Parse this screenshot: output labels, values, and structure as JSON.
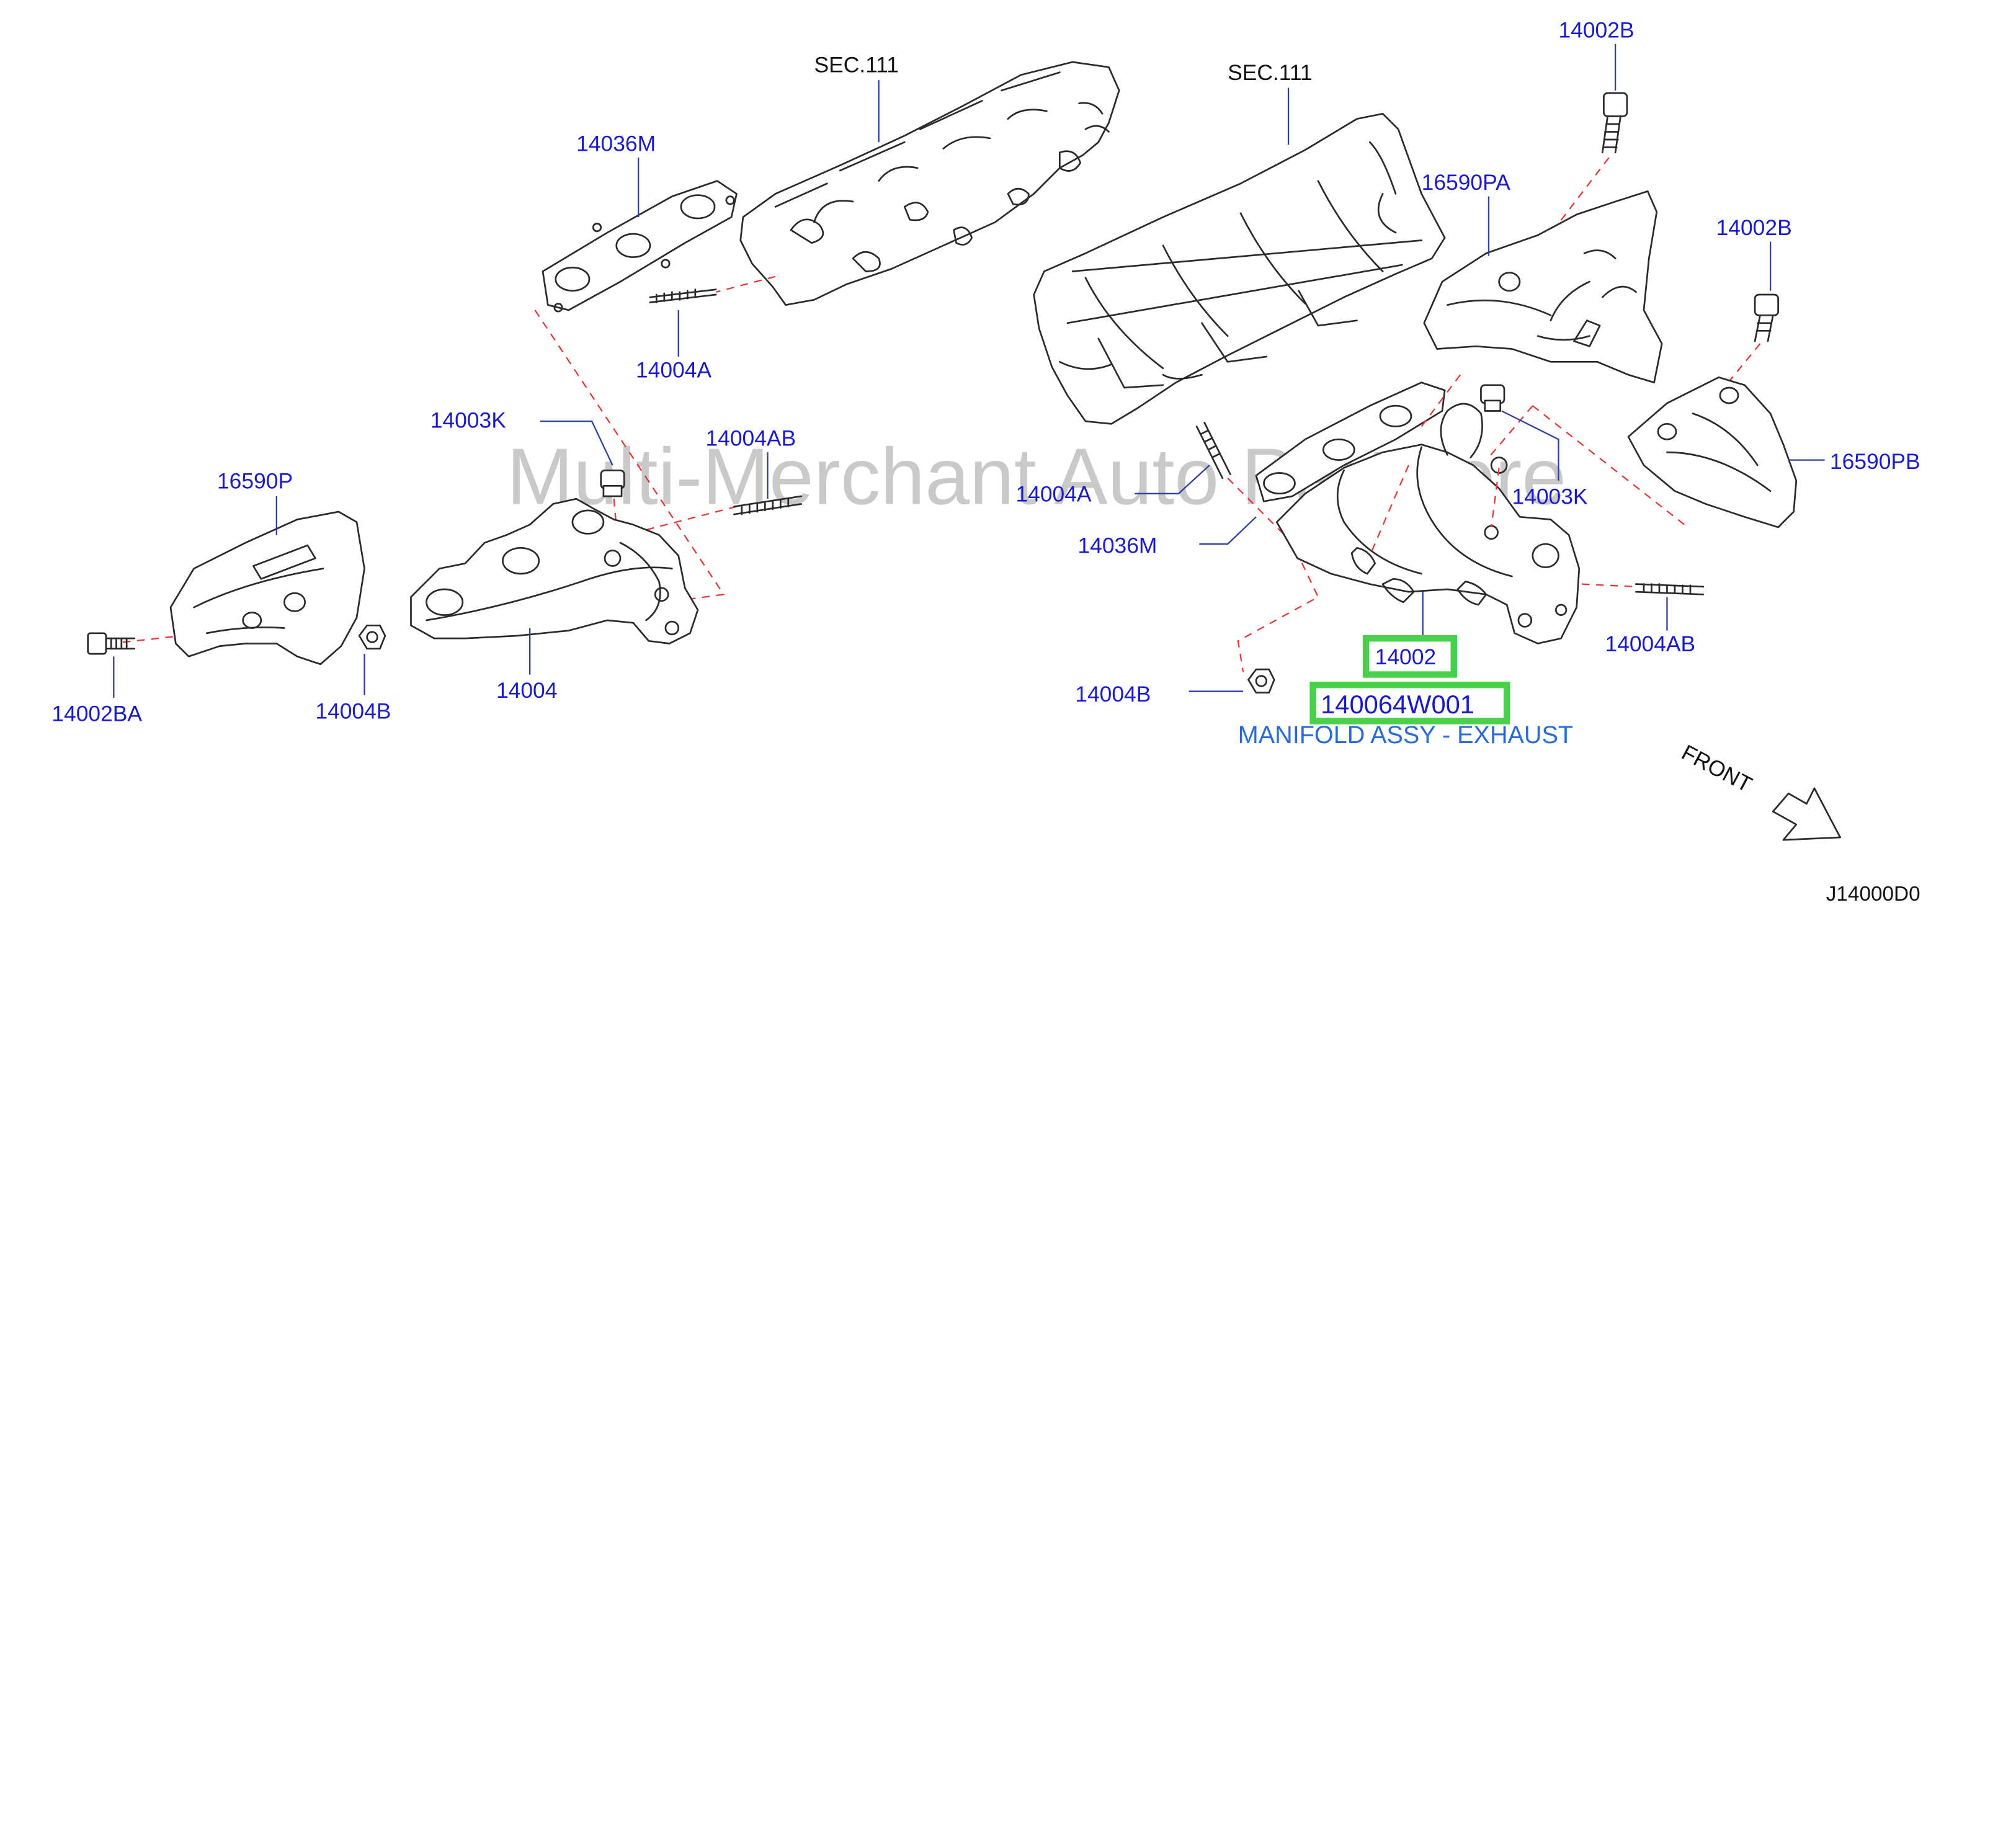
{
  "diagram": {
    "watermark": "Multi-Merchant Auto Partstore",
    "diagram_code": "J14000D0",
    "front_label": "FRONT",
    "section_labels": [
      "SEC.111",
      "SEC.111"
    ],
    "highlight": {
      "part_number": "14002",
      "catalog_number": "140064W001",
      "description": "MANIFOLD ASSY - EXHAUST",
      "highlight_color": "#49d04a"
    },
    "callouts": [
      "14036M",
      "14004A",
      "14003K",
      "14004AB",
      "16590P",
      "14002BA",
      "14004B",
      "14004",
      "14002B",
      "16590PA",
      "14002B",
      "16590PB",
      "14004A",
      "14003K",
      "14036M",
      "14004AB",
      "14004B"
    ],
    "colors": {
      "callout_text": "#1a1acd",
      "leader_line": "#2e3f9a",
      "dashed_guide": "#e23a3a",
      "description_text": "#2a6cd6"
    }
  }
}
